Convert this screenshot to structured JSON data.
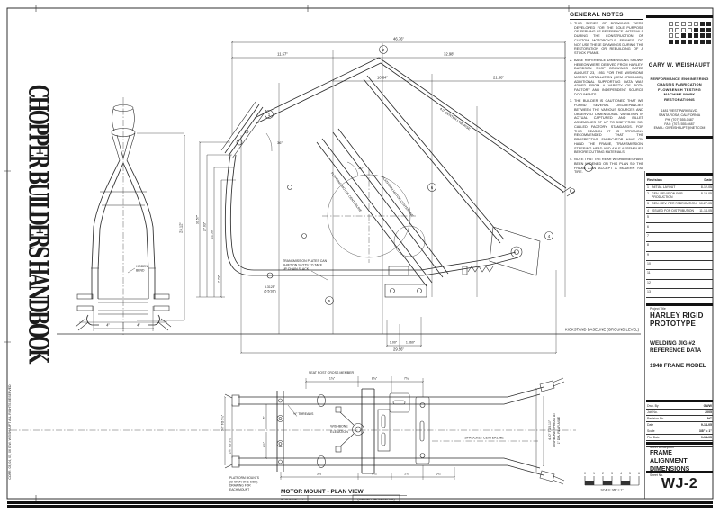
{
  "sheet": {
    "handbook_title": "CHOPPER BUILDERS HANDBOOK",
    "copyright": "COPR. 03, 04, 05, 06  G.W. WEISHAUPT  ALL RIGHTS RESERVED",
    "sheet_no": "WJ-2"
  },
  "general_notes": {
    "heading": "GENERAL NOTES",
    "notes": [
      "THIS SERIES OF DRAWINGS WERE DEVELOPED FOR THE SOLE PURPOSE OF SERVING AS REFERENCE MATERIALS DURING THE CONSTRUCTION OF CUSTOM MOTORCYCLE FRAMES. DO NOT USE THESE DRAWINGS DURING THE RESTORATION OR REBUILDING OF A STOCK FRAME.",
      "BASE REFERENCE DIMENSIONS SHOWN HEREON WERE DERIVED FROM HARLEY-DAVIDSON SHOP DRAWINGS DATED AUGUST 23, 1951 FOR THE WISHBONE MOTOR INSTALLATION (OEM 47500-48G). ADDITIONAL SUPPORTING DATA WAS ADDED FROM A VARIETY OF BOTH FACTORY AND INDEPENDENT SOURCE DOCUMENTS.",
      "THE BUILDER IS CAUTIONED THAT WE FOUND SEVERAL DISCREPANCIES BETWEEN THE VARIOUS SOURCES AND OBSERVED DIMENSIONAL VARIATION IN ACTUAL CAPTURED AND BILLET ASSEMBLIES OF UP TO 3/32\" FROM SO-CALLED FACTORY STANDARDS. FOR THIS REASON IT IS STRONGLY RECOMMENDED THAT THE PROSPECTIVE FABRICATOR HAVE ON HAND THE FRAME, TRANSMISSION, STEERING HEAD AND AXLE ASSEMBLIES BEFORE CUTTING MATERIALS.",
      "NOTE THAT THE REAR WISHBONES HAVE BEEN WIDENED ON THIS PLAN SO THE FRAME CAN ACCEPT A MODERN FAT TIRE."
    ]
  },
  "company": {
    "name": "GARY W. WEISHAUPT",
    "services": [
      "PERFORMANCE ENGINEERING",
      "CHASSIS FABRICATION",
      "FLOWBENCH TESTING",
      "MACHINE WORK",
      "RESTORATIONS"
    ],
    "address_lines": [
      "1481 WEST PARK BLVD.",
      "SANTA ROSA, CALIFORNIA",
      "PH: (707) 555-0487",
      "FAX: (707) 555-0487",
      "EMAIL: GWEISHAUPT@NET.COM"
    ]
  },
  "logo": {
    "pattern": [
      "0000011",
      "0000111",
      "0011111",
      "1111111"
    ]
  },
  "revision_table": {
    "col_revision": "Revision",
    "col_date": "Date",
    "rows": [
      {
        "no": "1",
        "name": "INITIAL LAYOUT",
        "date": "8-12-05"
      },
      {
        "no": "2",
        "name": "GEN. REVISION FOR PRODUCTION",
        "date": "8-19-05"
      },
      {
        "no": "3",
        "name": "GEN. REV. PER FABRICATION",
        "date": "10-27-05"
      },
      {
        "no": "4",
        "name": "ISSUED FOR DISTRIBUTION",
        "date": "11-14-05"
      }
    ],
    "empty_rows": [
      "5",
      "6",
      "7",
      "8",
      "9",
      "10",
      "11",
      "12",
      "13"
    ]
  },
  "title_block": {
    "project_title_label": "Project Title",
    "project_title": "HARLEY RIGID PROTOTYPE",
    "subtitle_a": "WELDING JIG #2 REFERENCE DATA",
    "subtitle_b": "1948 FRAME MODEL",
    "fields": [
      {
        "label": "Dwn. By",
        "value": "GWW"
      },
      {
        "label": "Job No.",
        "value": "2005"
      },
      {
        "label": "Revision No.",
        "value": "NC"
      },
      {
        "label": "Date",
        "value": "9-14-05"
      },
      {
        "label": "Scale",
        "value": "3/8\" = 1\""
      },
      {
        "label": "Plot Date",
        "value": "9-14-05"
      },
      {
        "label": "Project No.",
        "value": "1"
      }
    ],
    "sheet_description_label": "Sheet Description",
    "sheet_description": "FRAME ALIGNMENT DIMENSIONS",
    "sheet_no_label": "Sheet No."
  },
  "dims": {
    "top_overall": "46.76\"",
    "top_a": "11.57\"",
    "top_b": "32.98\"",
    "top_c": "10.84\"",
    "top_d": "21.88\"",
    "left1": "31.57\"",
    "left2": "27.03\"",
    "left3": "21.50\"",
    "left4": "7.73\"",
    "baseline": "KICKSTAND BASELINE (GROUND LEVEL)",
    "bottom_span": "29.56\"",
    "rise": "4.0\" CENTER LINE RISE",
    "neck_angle": "36°",
    "seat_angle": "30°",
    "motor_cl": "FLOATING MOTOR CENTERLINE",
    "platform_cl": "PLATFORM MOTOR CENTERLINE",
    "trans_note": [
      "TRANSMISSION PLATES CAN",
      "SHIFT ON SLOTS TO TAKE",
      "UP CHAIN SLACK"
    ],
    "d1": "1.00\"",
    "d2": "1.360\"",
    "seat_tube": "5.3125\"",
    "seat_tube_frac": "(5 5/16\")",
    "refs": [
      "1",
      "2",
      "3",
      "4",
      "5",
      "6"
    ],
    "front_left": "4\"",
    "front_right": "4\"",
    "front_height": "23.12\"",
    "hidden1": "HIDDEN",
    "hidden2": "BEND"
  },
  "plan": {
    "seat_cross": "SEAT POST CROSS MEMBER",
    "top_dims": [
      "1¾\"",
      "8¾\"",
      "7¾\""
    ],
    "bottom_dims": [
      "5¾\"",
      "8¾\"",
      "2¾\"",
      "5¼\""
    ],
    "left1": "3½\" TO 5¾\"",
    "left2": "2½\" TO 5¾\"",
    "small1": "5\"",
    "small2": "4¼\"",
    "threads": "½\" THREADS",
    "wishbone": "WISHBONE",
    "elevation": "ELEVATION",
    "sprocket": "SPROCKET CENTERLINE",
    "right1": "4.50\" TO 5.10\"",
    "right2": "WISHBONE SPREAD AT",
    "right3": "1\" DIA. REAR AXLE",
    "note": [
      "PLATFORM MOUNTS",
      "(SHOWN ONE SIDE)",
      "DRAWING FOR",
      "EACH MOUNT"
    ],
    "title": "MOTOR MOUNT - PLAN VIEW",
    "scale": "SCALE 3/8\" = 1\"",
    "viewed": "(VIEWED FROM ABOVE)"
  },
  "scale_bar": {
    "ticks": [
      "0",
      "1",
      "2",
      "3",
      "4",
      "5",
      "6"
    ],
    "label": "SCALE 3/8\" = 1\""
  }
}
